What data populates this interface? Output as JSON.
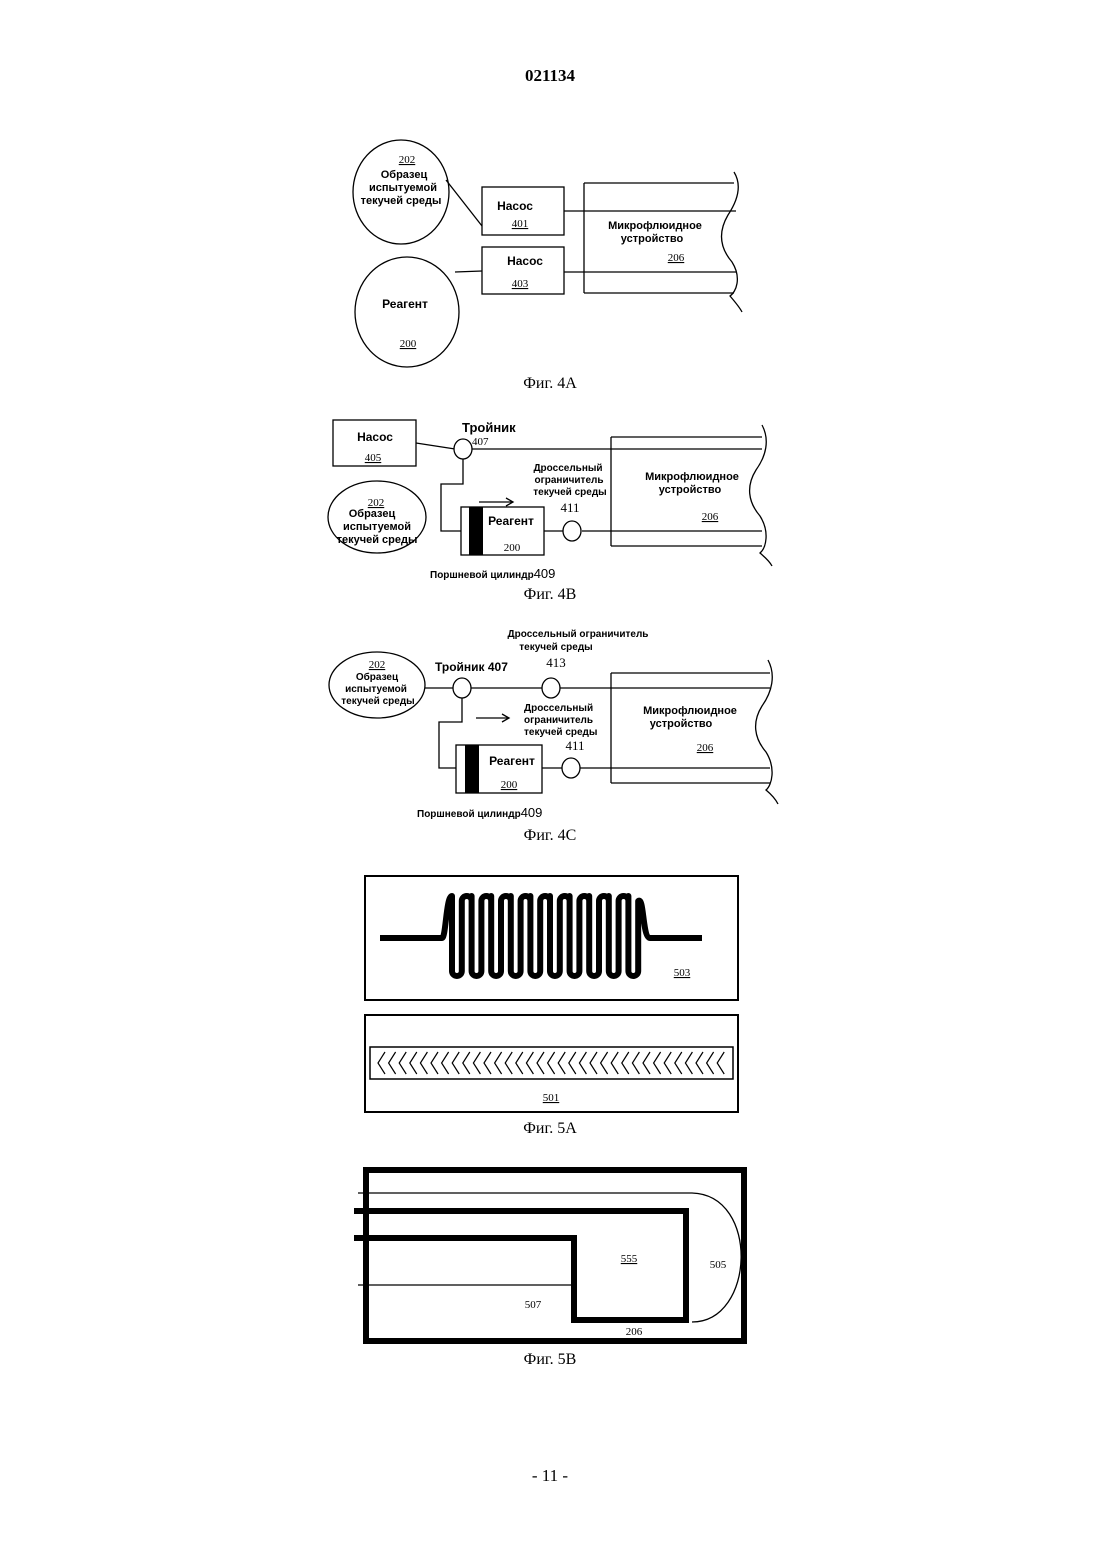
{
  "header": {
    "doc_number": "021134"
  },
  "footer": {
    "page_number": "- 11 -"
  },
  "fig4a": {
    "sample_ref": "202",
    "sample_label": [
      "Образец",
      "испытуемой",
      "текучей среды"
    ],
    "pump1_label": "Насос",
    "pump1_ref": "401",
    "pump2_label": "Насос",
    "pump2_ref": "403",
    "device_label": [
      "Микрофлюидное",
      "устройство"
    ],
    "device_ref": "206",
    "reagent_label": "Реагент",
    "reagent_ref": "200",
    "caption": "Фиг. 4А"
  },
  "fig4b": {
    "pump_label": "Насос",
    "pump_ref": "405",
    "tee_label": "Тройник",
    "tee_ref": "407",
    "sample_ref": "202",
    "sample_label": [
      "Образец",
      "испытуемой",
      "текучей среды"
    ],
    "throttle_label": [
      "Дроссельный",
      "ограничитель",
      "текучей среды"
    ],
    "throttle_ref": "411",
    "reagent_label": "Реагент",
    "reagent_ref": "200",
    "device_label": [
      "Микрофлюидное",
      "устройство"
    ],
    "device_ref": "206",
    "piston_label": "Поршневой цилиндр",
    "piston_ref": "409",
    "caption": "Фиг. 4В"
  },
  "fig4c": {
    "throttle_top_label": [
      "Дроссельный ограничитель",
      "текучей среды"
    ],
    "throttle_top_ref": "413",
    "sample_ref": "202",
    "sample_label": [
      "Образец",
      "испытуемой",
      "текучей среды"
    ],
    "tee_label": "Тройник 407",
    "throttle_label": [
      "Дроссельный",
      "ограничитель",
      "текучей среды"
    ],
    "throttle_ref": "411",
    "reagent_label": "Реагент",
    "reagent_ref": "200",
    "device_label": [
      "Микрофлюидное",
      "устройство"
    ],
    "device_ref": "206",
    "piston_label": "Поршневой цилиндр",
    "piston_ref": "409",
    "caption": "Фиг. 4С"
  },
  "fig5a": {
    "serpentine_ref": "503",
    "mixer_ref": "501",
    "caption": "Фиг. 5А"
  },
  "fig5b": {
    "ref_555": "555",
    "ref_505": "505",
    "ref_507": "507",
    "ref_206": "206",
    "caption": "Фиг. 5В"
  }
}
